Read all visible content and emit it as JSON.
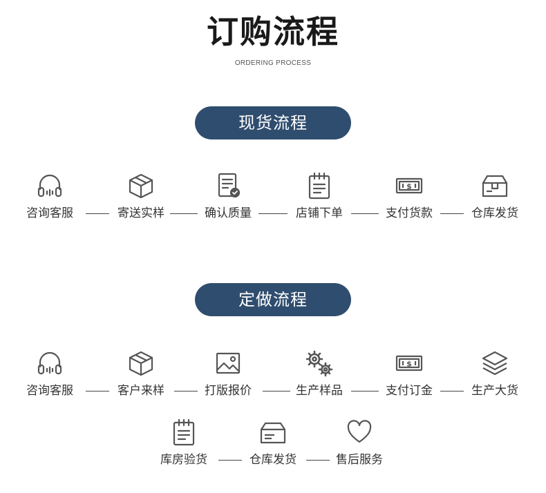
{
  "header": {
    "title": "订购流程",
    "subtitle": "ORDERING PROCESS"
  },
  "stock_flow": {
    "title": "现货流程",
    "steps": [
      {
        "label": "咨询客服",
        "icon": "headset-icon"
      },
      {
        "label": "寄送实样",
        "icon": "box-icon"
      },
      {
        "label": "确认质量",
        "icon": "document-check-icon"
      },
      {
        "label": "店铺下单",
        "icon": "clipboard-icon"
      },
      {
        "label": "支付货款",
        "icon": "money-icon"
      },
      {
        "label": "仓库发货",
        "icon": "warehouse-box-icon"
      }
    ]
  },
  "custom_flow": {
    "title": "定做流程",
    "steps": [
      {
        "label": "咨询客服",
        "icon": "headset-icon"
      },
      {
        "label": "客户来样",
        "icon": "box-icon"
      },
      {
        "label": "打版报价",
        "icon": "image-icon"
      },
      {
        "label": "生产样品",
        "icon": "gears-icon"
      },
      {
        "label": "支付订金",
        "icon": "money-icon"
      },
      {
        "label": "生产大货",
        "icon": "layers-icon"
      },
      {
        "label": "库房验货",
        "icon": "clipboard-icon"
      },
      {
        "label": "仓库发货",
        "icon": "package-icon"
      },
      {
        "label": "售后服务",
        "icon": "heart-icon"
      }
    ]
  }
}
